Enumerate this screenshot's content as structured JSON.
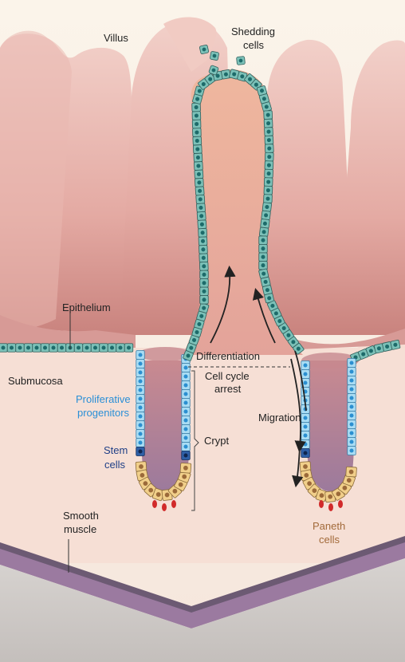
{
  "labels": {
    "villus": "Villus",
    "shedding_1": "Shedding",
    "shedding_2": "cells",
    "epithelium": "Epithelium",
    "submucosa": "Submucosa",
    "differentiation": "Differentiation",
    "cell_cycle_1": "Cell cycle",
    "cell_cycle_2": "arrest",
    "proliferative_1": "Proliferative",
    "proliferative_2": "progenitors",
    "migration": "Migration",
    "crypt": "Crypt",
    "stem_1": "Stem",
    "stem_2": "cells",
    "paneth_1": "Paneth",
    "paneth_2": "cells",
    "smooth_1": "Smooth",
    "smooth_2": "muscle"
  },
  "colors": {
    "epithelium_cell": "#7cc1b8",
    "epithelium_nucleus": "#1d6b6a",
    "progenitor_cell": "#a9dcf3",
    "progenitor_nucleus": "#2b8fd0",
    "stem_cell": "#2f5fa6",
    "paneth_cell": "#f1cf8a",
    "paneth_nucleus": "#9b6a3a",
    "paneth_granule": "#d12a2a",
    "villus_fill": "#e5aaa4",
    "muscle_band": "#9b7aa0",
    "proliferative_text": "#2a8fd6",
    "stem_text": "#1f3f86",
    "paneth_text": "#a26a3a"
  }
}
